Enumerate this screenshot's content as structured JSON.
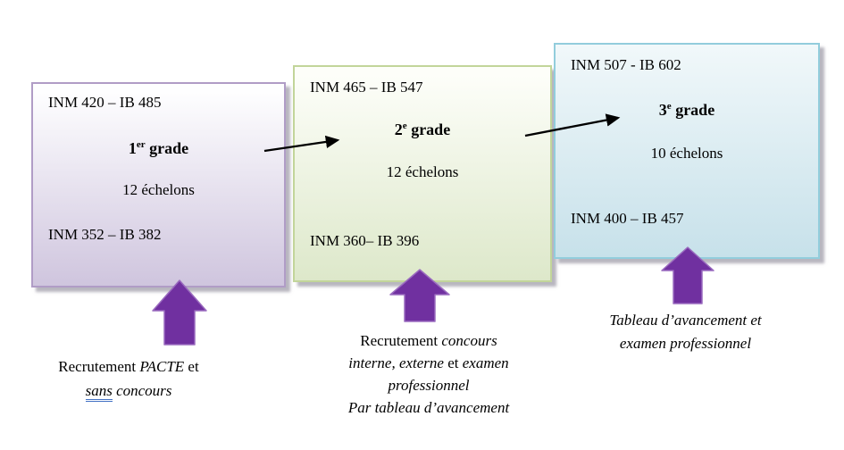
{
  "grades": [
    {
      "top_line": "INM 420 – IB 485",
      "grade_num": "1",
      "grade_sup": "er",
      "grade_rest": " grade",
      "echelons": "12 échelons",
      "bottom_line": "INM 352 – IB 382"
    },
    {
      "top_line": "INM 465 – IB 547",
      "grade_num": "2",
      "grade_sup": "e",
      "grade_rest": " grade",
      "echelons": "12 échelons",
      "bottom_line": "INM 360– IB 396"
    },
    {
      "top_line": "INM 507 - IB 602",
      "grade_num": "3",
      "grade_sup": "e",
      "grade_rest": " grade",
      "echelons": "10 échelons",
      "bottom_line": "INM 400 – IB 457"
    }
  ],
  "captions": {
    "grade1": {
      "line1": {
        "t1": "Recrutement ",
        "t2": "PACTE",
        "t3": " et"
      },
      "line2": {
        "t1": "sans",
        "t2": " concours"
      }
    },
    "grade2": {
      "line1": {
        "t1": "Recrutement ",
        "t2": "concours"
      },
      "line2": {
        "t1": "interne, externe",
        "t2": " et ",
        "t3": "examen"
      },
      "line3": "professionnel",
      "line4": "Par tableau d’avancement"
    },
    "grade3": {
      "line1": "Tableau d’avancement et",
      "line2": "examen professionnel"
    }
  },
  "colors": {
    "block_arrow_fill": "#7030a0",
    "block_arrow_edge": "#9a6bbf",
    "box1_border": "#b09cc6",
    "box1_fill_bottom": "#cfc5de",
    "box2_border": "#c2d59a",
    "box2_fill_bottom": "#dde8ca",
    "box3_border": "#92cddc",
    "box3_fill_bottom": "#c7e1ea",
    "connector": "#000000",
    "underline_blue": "#4472c4"
  }
}
